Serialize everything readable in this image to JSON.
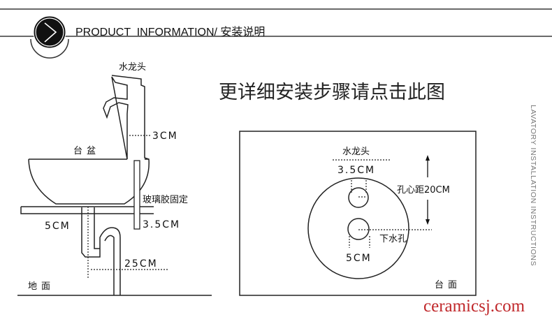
{
  "header": {
    "title": "PRODUCT  INFORMATION/ 安装说明"
  },
  "side_view": {
    "faucet_label": "水龙头",
    "faucet_width": "3CM",
    "basin_label": "台盆",
    "glue_label": "玻璃胶固定",
    "drain_width": "5CM",
    "rod_width": "3.5CM",
    "trap_height": "25CM",
    "floor_label": "地面"
  },
  "link_text": "更详细安装步骤请点击此图",
  "top_view": {
    "faucet_label": "水龙头",
    "faucet_hole": "3.5CM",
    "hole_distance": "孔心距20CM",
    "drain_label": "下水孔",
    "drain_hole": "5CM",
    "counter_label": "台面"
  },
  "vertical_caption": "LAVATORY INSTALLATION INSTRUCTIONS",
  "watermark": "ceramicsj.com",
  "colors": {
    "watermark": "#c0282b",
    "caption": "#777777"
  }
}
